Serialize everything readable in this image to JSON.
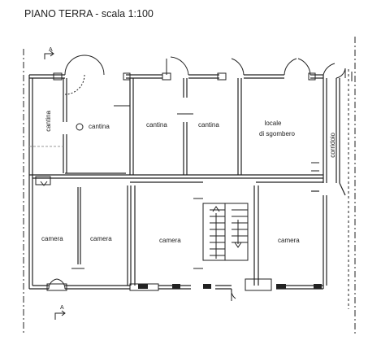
{
  "title": "PIANO TERRA - scala 1:100",
  "section_marks": {
    "top": "A",
    "bottom": "A"
  },
  "rooms": {
    "cantina_vertical": "cantina",
    "cantina_1": "cantina",
    "cantina_2": "cantina",
    "cantina_3": "cantina",
    "locale_line1": "locale",
    "locale_line2": "di sgombero",
    "corridoio": "corridoio",
    "camera_1": "camera",
    "camera_2": "camera",
    "camera_3": "camera",
    "camera_4": "camera"
  },
  "colors": {
    "line": "#222222",
    "background": "#ffffff"
  },
  "icons": [
    "north-arrow-section-icon",
    "door-swing-icon",
    "stair-arrow-icon"
  ]
}
